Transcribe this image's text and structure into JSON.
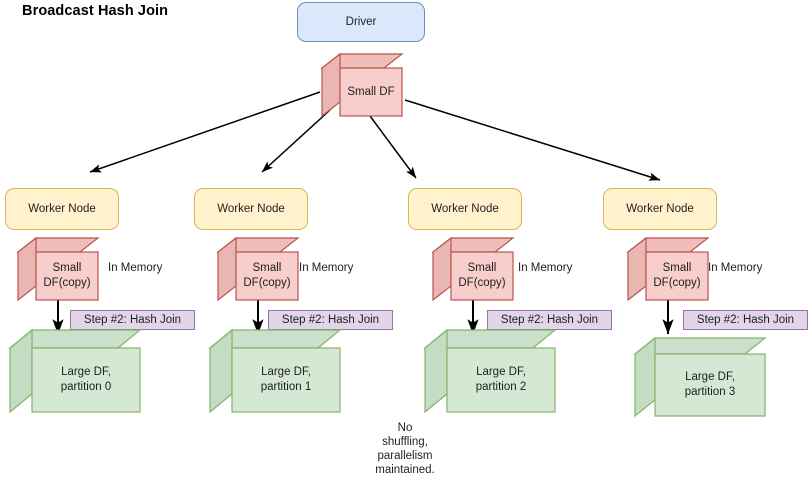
{
  "diagram": {
    "title": "Broadcast Hash Join",
    "colors": {
      "driver_fill": "#dae8fc",
      "driver_stroke": "#6c8ebf",
      "worker_fill": "#fff2cc",
      "worker_stroke": "#d6b656",
      "small_df_fill": "#f8cecc",
      "small_df_stroke": "#b85450",
      "large_df_fill": "#d5e8d4",
      "large_df_stroke": "#82b366",
      "note_fill": "#e1d5e7",
      "note_stroke": "#9673a6",
      "arrow": "#000000",
      "text": "#1f1f1f"
    },
    "driver": {
      "label": "Driver"
    },
    "broadcast_cube": {
      "label": "Small DF"
    },
    "workers": [
      {
        "node_label": "Worker Node",
        "small_df_label": "Small\nDF(copy)",
        "memory_label": "In Memory",
        "step_label": "Step #2: Hash Join",
        "large_df_label": "Large DF,\npartition 0"
      },
      {
        "node_label": "Worker Node",
        "small_df_label": "Small\nDF(copy)",
        "memory_label": "In Memory",
        "step_label": "Step #2: Hash Join",
        "large_df_label": "Large DF,\npartition 1"
      },
      {
        "node_label": "Worker Node",
        "small_df_label": "Small\nDF(copy)",
        "memory_label": "In Memory",
        "step_label": "Step #2: Hash Join",
        "large_df_label": "Large DF,\npartition 2"
      },
      {
        "node_label": "Worker Node",
        "small_df_label": "Small\nDF(copy)",
        "memory_label": "In Memory",
        "step_label": "Step #2: Hash Join",
        "large_df_label": "Large DF,\npartition 3"
      }
    ],
    "footer_note": "No\nshuffling,\nparallelism\nmaintained."
  }
}
